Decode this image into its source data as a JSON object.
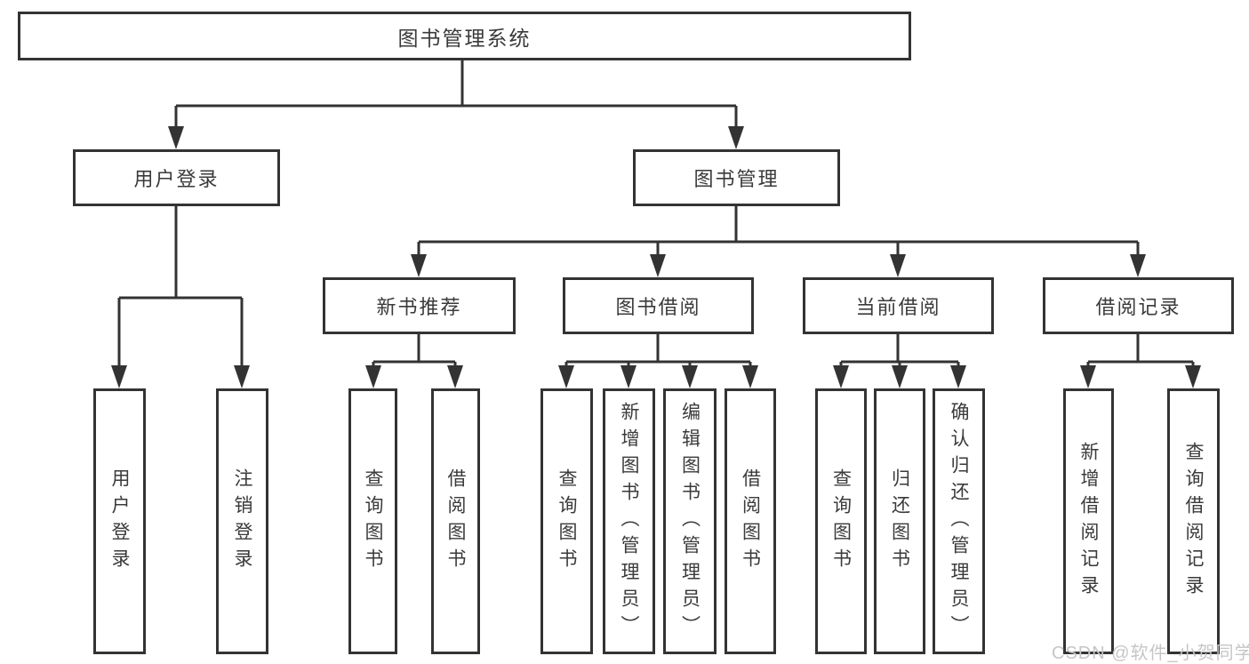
{
  "diagram": {
    "root": "图书管理系统",
    "branches": [
      {
        "label": "用户登录",
        "children": [
          "用户登录",
          "注销登录"
        ]
      },
      {
        "label": "图书管理",
        "children": [
          {
            "label": "新书推荐",
            "children": [
              "查询图书",
              "借阅图书"
            ]
          },
          {
            "label": "图书借阅",
            "children": [
              "查询图书",
              "新增图书（管理员）",
              "编辑图书（管理员）",
              "借阅图书"
            ]
          },
          {
            "label": "当前借阅",
            "children": [
              "查询图书",
              "归还图书",
              "确认归还（管理员）"
            ]
          },
          {
            "label": "借阅记录",
            "children": [
              "新增借阅记录",
              "查询借阅记录"
            ]
          }
        ]
      }
    ]
  },
  "watermark": {
    "text": "CSDN @软件_小贺同学",
    "color": "#c6c6c6"
  },
  "colors": {
    "background": "#ffffff",
    "line": "#333333",
    "box_border": "#333333",
    "text": "#3a3a3a"
  }
}
